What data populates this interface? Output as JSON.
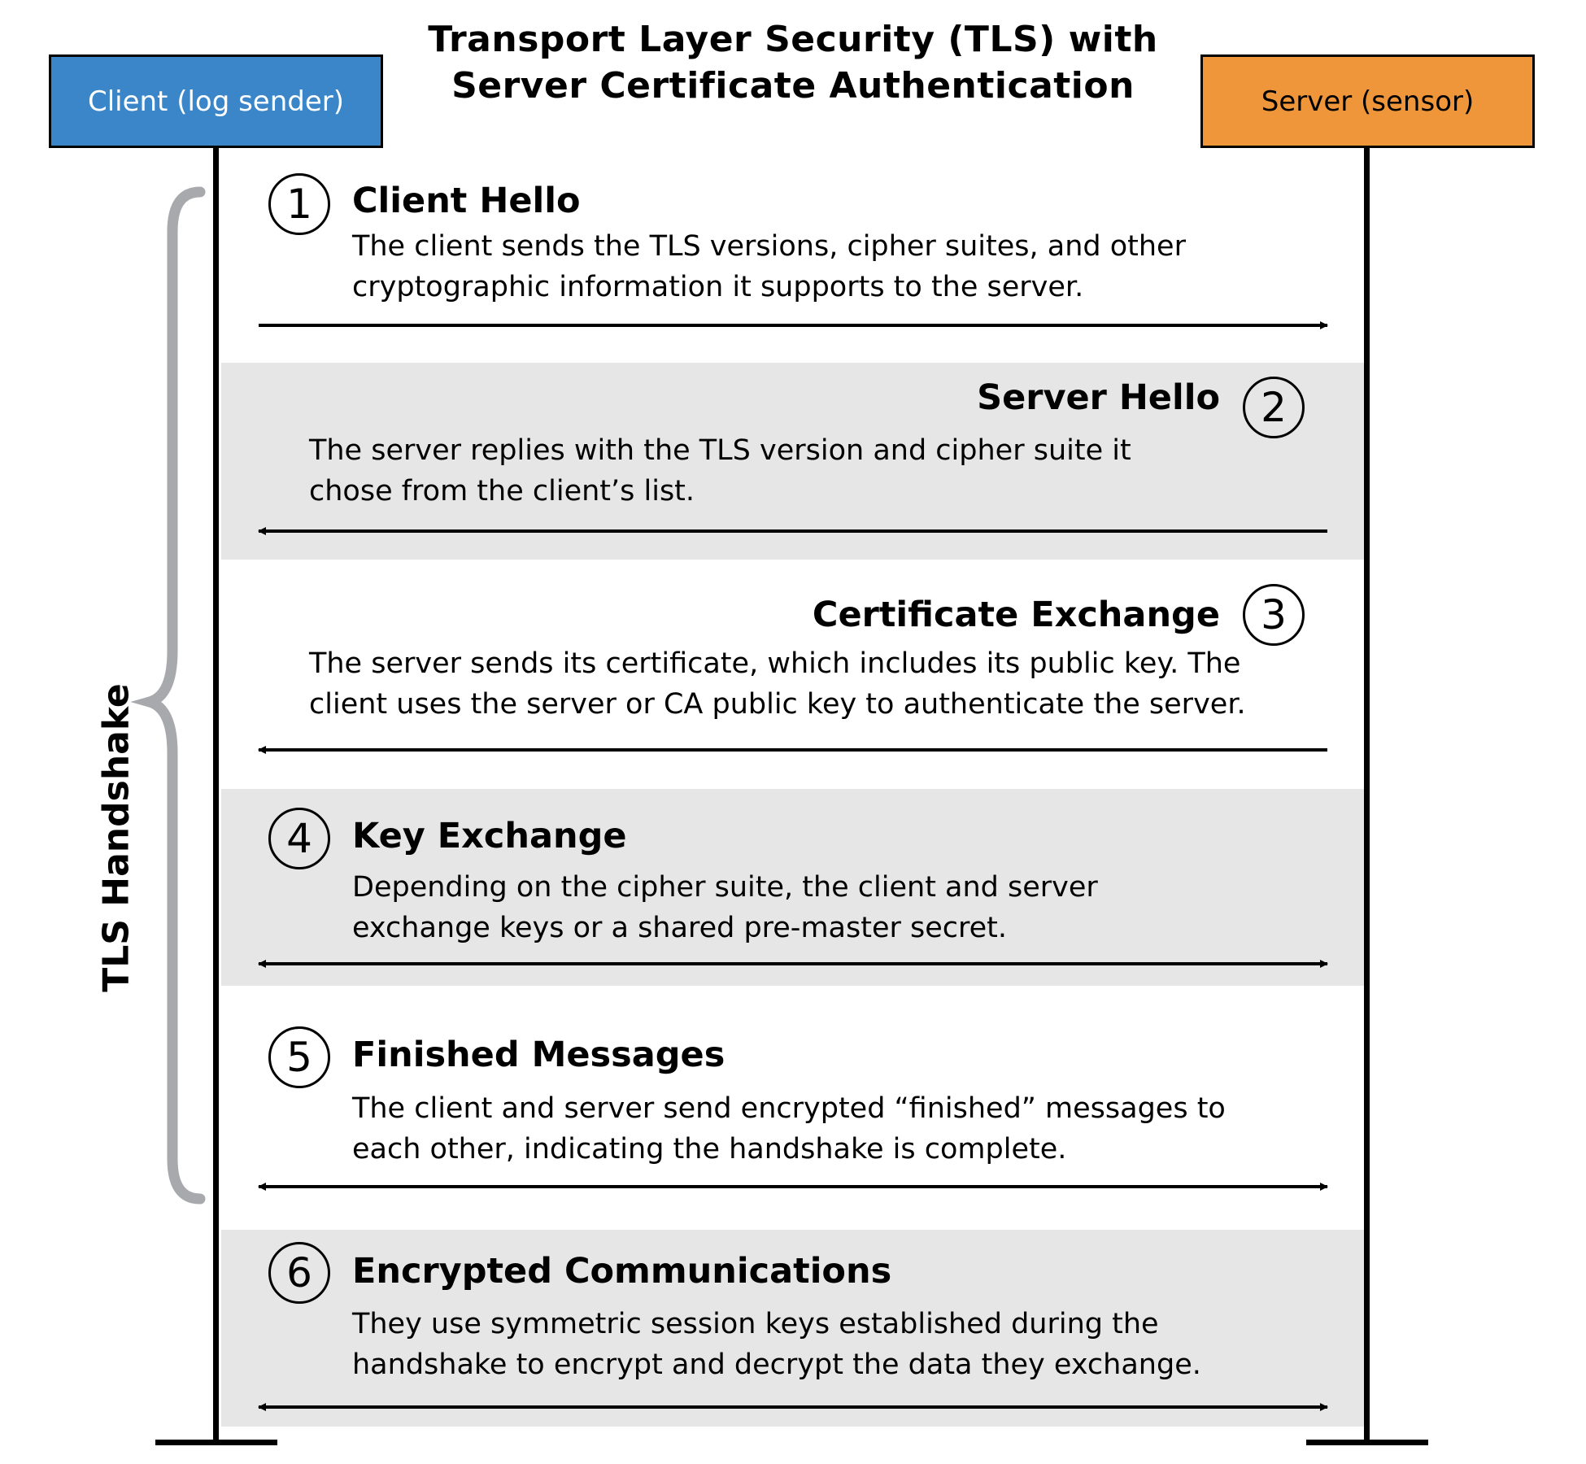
{
  "title": {
    "line1": "Transport Layer Security (TLS) with",
    "line2": "Server Certificate Authentication"
  },
  "actors": {
    "client": {
      "label": "Client (log sender)",
      "color": "#3a86c8"
    },
    "server": {
      "label": "Server (sensor)",
      "color": "#f0963a"
    }
  },
  "handshake_label": "TLS Handshake",
  "band_color": "#e6e6e6",
  "bracket_color": "#a7a9ac",
  "steps": [
    {
      "number": "1",
      "title": "Client Hello",
      "desc_line1": "The client sends the TLS versions, cipher suites, and other",
      "desc_line2": "cryptographic information it supports to the server.",
      "direction": "client-to-server"
    },
    {
      "number": "2",
      "title": "Server Hello",
      "desc_line1": "The server replies with the TLS version and cipher suite it",
      "desc_line2": "chose from the client’s list.",
      "direction": "server-to-client"
    },
    {
      "number": "3",
      "title": "Certificate Exchange",
      "desc_line1": "The server sends its certificate, which includes its public key. The",
      "desc_line2": "client uses the server or CA public key to authenticate the server.",
      "direction": "server-to-client"
    },
    {
      "number": "4",
      "title": "Key Exchange",
      "desc_line1": "Depending on the cipher suite, the client and server",
      "desc_line2": "exchange keys or a shared pre-master secret.",
      "direction": "bidirectional"
    },
    {
      "number": "5",
      "title": "Finished Messages",
      "desc_line1": "The client and server send encrypted “finished” messages to",
      "desc_line2": "each other, indicating the handshake is complete.",
      "direction": "bidirectional"
    },
    {
      "number": "6",
      "title": "Encrypted Communications",
      "desc_line1": "They use symmetric session keys established during the",
      "desc_line2": "handshake to encrypt and decrypt the data they exchange.",
      "direction": "bidirectional"
    }
  ]
}
